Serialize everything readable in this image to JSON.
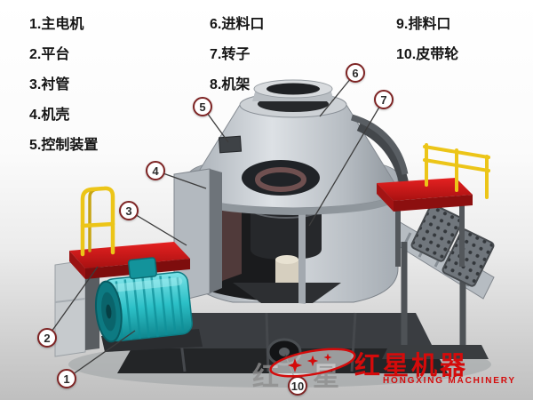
{
  "legend": {
    "col1": [
      "1.主电机",
      "2.平台",
      "3.衬管",
      "4.机壳",
      "5.控制装置"
    ],
    "col2": [
      "6.进料口",
      "7.转子",
      "8.机架"
    ],
    "col3": [
      "9.排料口",
      "10.皮带轮"
    ]
  },
  "callouts": [
    {
      "num": "1"
    },
    {
      "num": "2"
    },
    {
      "num": "3"
    },
    {
      "num": "4"
    },
    {
      "num": "5"
    },
    {
      "num": "6"
    },
    {
      "num": "7"
    },
    {
      "num": "10"
    }
  ],
  "logo": {
    "watermark_1": "红",
    "watermark_2": "星",
    "brand_cn": "红星机器",
    "brand_en": "HONGXING MACHINERY",
    "brand_color": "#d40b0b"
  },
  "colors": {
    "callout_border": "#7e2424",
    "platform_red": "#c81616",
    "motor_teal": "#2cc0c7",
    "railing_yellow": "#ecc518",
    "body_gray": "#c9ced3"
  }
}
